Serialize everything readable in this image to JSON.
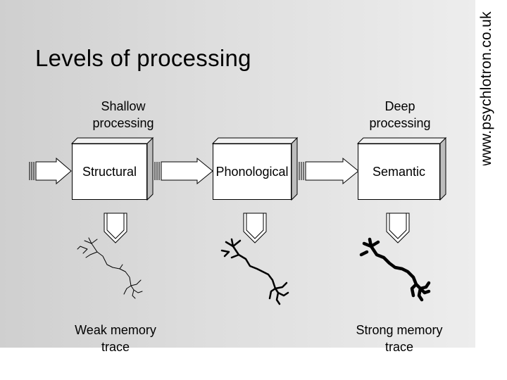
{
  "title": "Levels of processing",
  "side_label": "www.psychlotron.co.uk",
  "shallow_caption": [
    "Shallow",
    "processing"
  ],
  "deep_caption": [
    "Deep",
    "processing"
  ],
  "stages": [
    "Structural",
    "Phonological",
    "Semantic"
  ],
  "weak_caption": [
    "Weak memory",
    "trace"
  ],
  "strong_caption": [
    "Strong memory",
    "trace"
  ],
  "trace_strength": [
    "weak",
    "medium",
    "strong"
  ]
}
